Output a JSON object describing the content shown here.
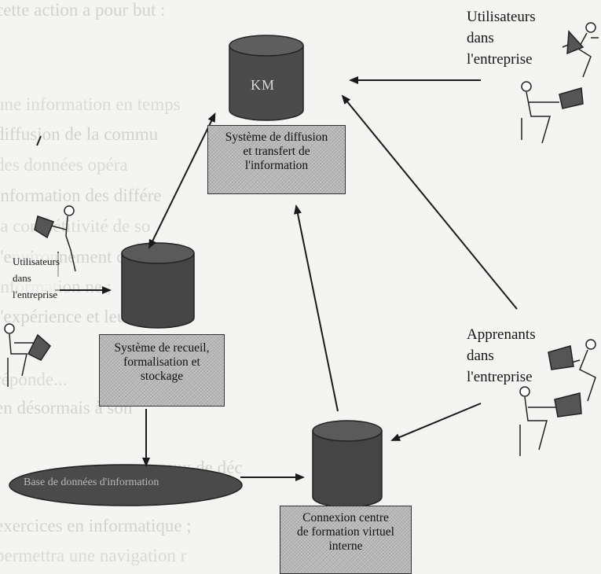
{
  "background_text": [
    "cette action a pour but :",
    "",
    "",
    "une information en temps",
    "diffusion de la commu",
    "des données opéra",
    "information des différe",
    "la compétitivité de so",
    "l'environnement ch",
    "information ne ;",
    "l'expérience et leur l'ur",
    "",
    "",
    "réponde...",
    "en désormais à son",
    "",
    "",
    "",
    "ceux de déc",
    "",
    "exercices en informatique ;",
    "permettra une navigation r"
  ],
  "km_store": {
    "label": "KM"
  },
  "diffusion_box": {
    "text": [
      "Système de diffusion",
      "et transfert de",
      "l'information"
    ]
  },
  "recueil_box": {
    "text": [
      "Système de recueil,",
      "formalisation et",
      "stockage"
    ]
  },
  "formation_box": {
    "text": [
      "Connexion centre",
      "de formation virtuel",
      "interne"
    ]
  },
  "database_label": "Base de données d'information",
  "users_top": {
    "lines": [
      "Utilisateurs",
      "dans",
      "l'entreprise"
    ]
  },
  "users_left": {
    "lines": [
      "Utilisateurs",
      "dans",
      "l'entreprise"
    ]
  },
  "learners": {
    "lines": [
      "Apprenants",
      "dans",
      "l'entreprise"
    ]
  },
  "colors": {
    "cylinder": "#4a4a4a",
    "box": "#b9b9b9",
    "ink": "#1a1a1a"
  }
}
